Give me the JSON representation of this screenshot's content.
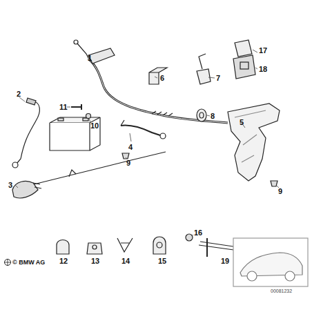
{
  "diagram": {
    "labels": [
      "1",
      "17",
      "2",
      "6",
      "7",
      "11",
      "18",
      "10",
      "8",
      "5",
      "4",
      "9",
      "9",
      "3",
      "16",
      "12",
      "13",
      "14",
      "15",
      "19",
      "© BMW AG",
      "00081232"
    ]
  }
}
